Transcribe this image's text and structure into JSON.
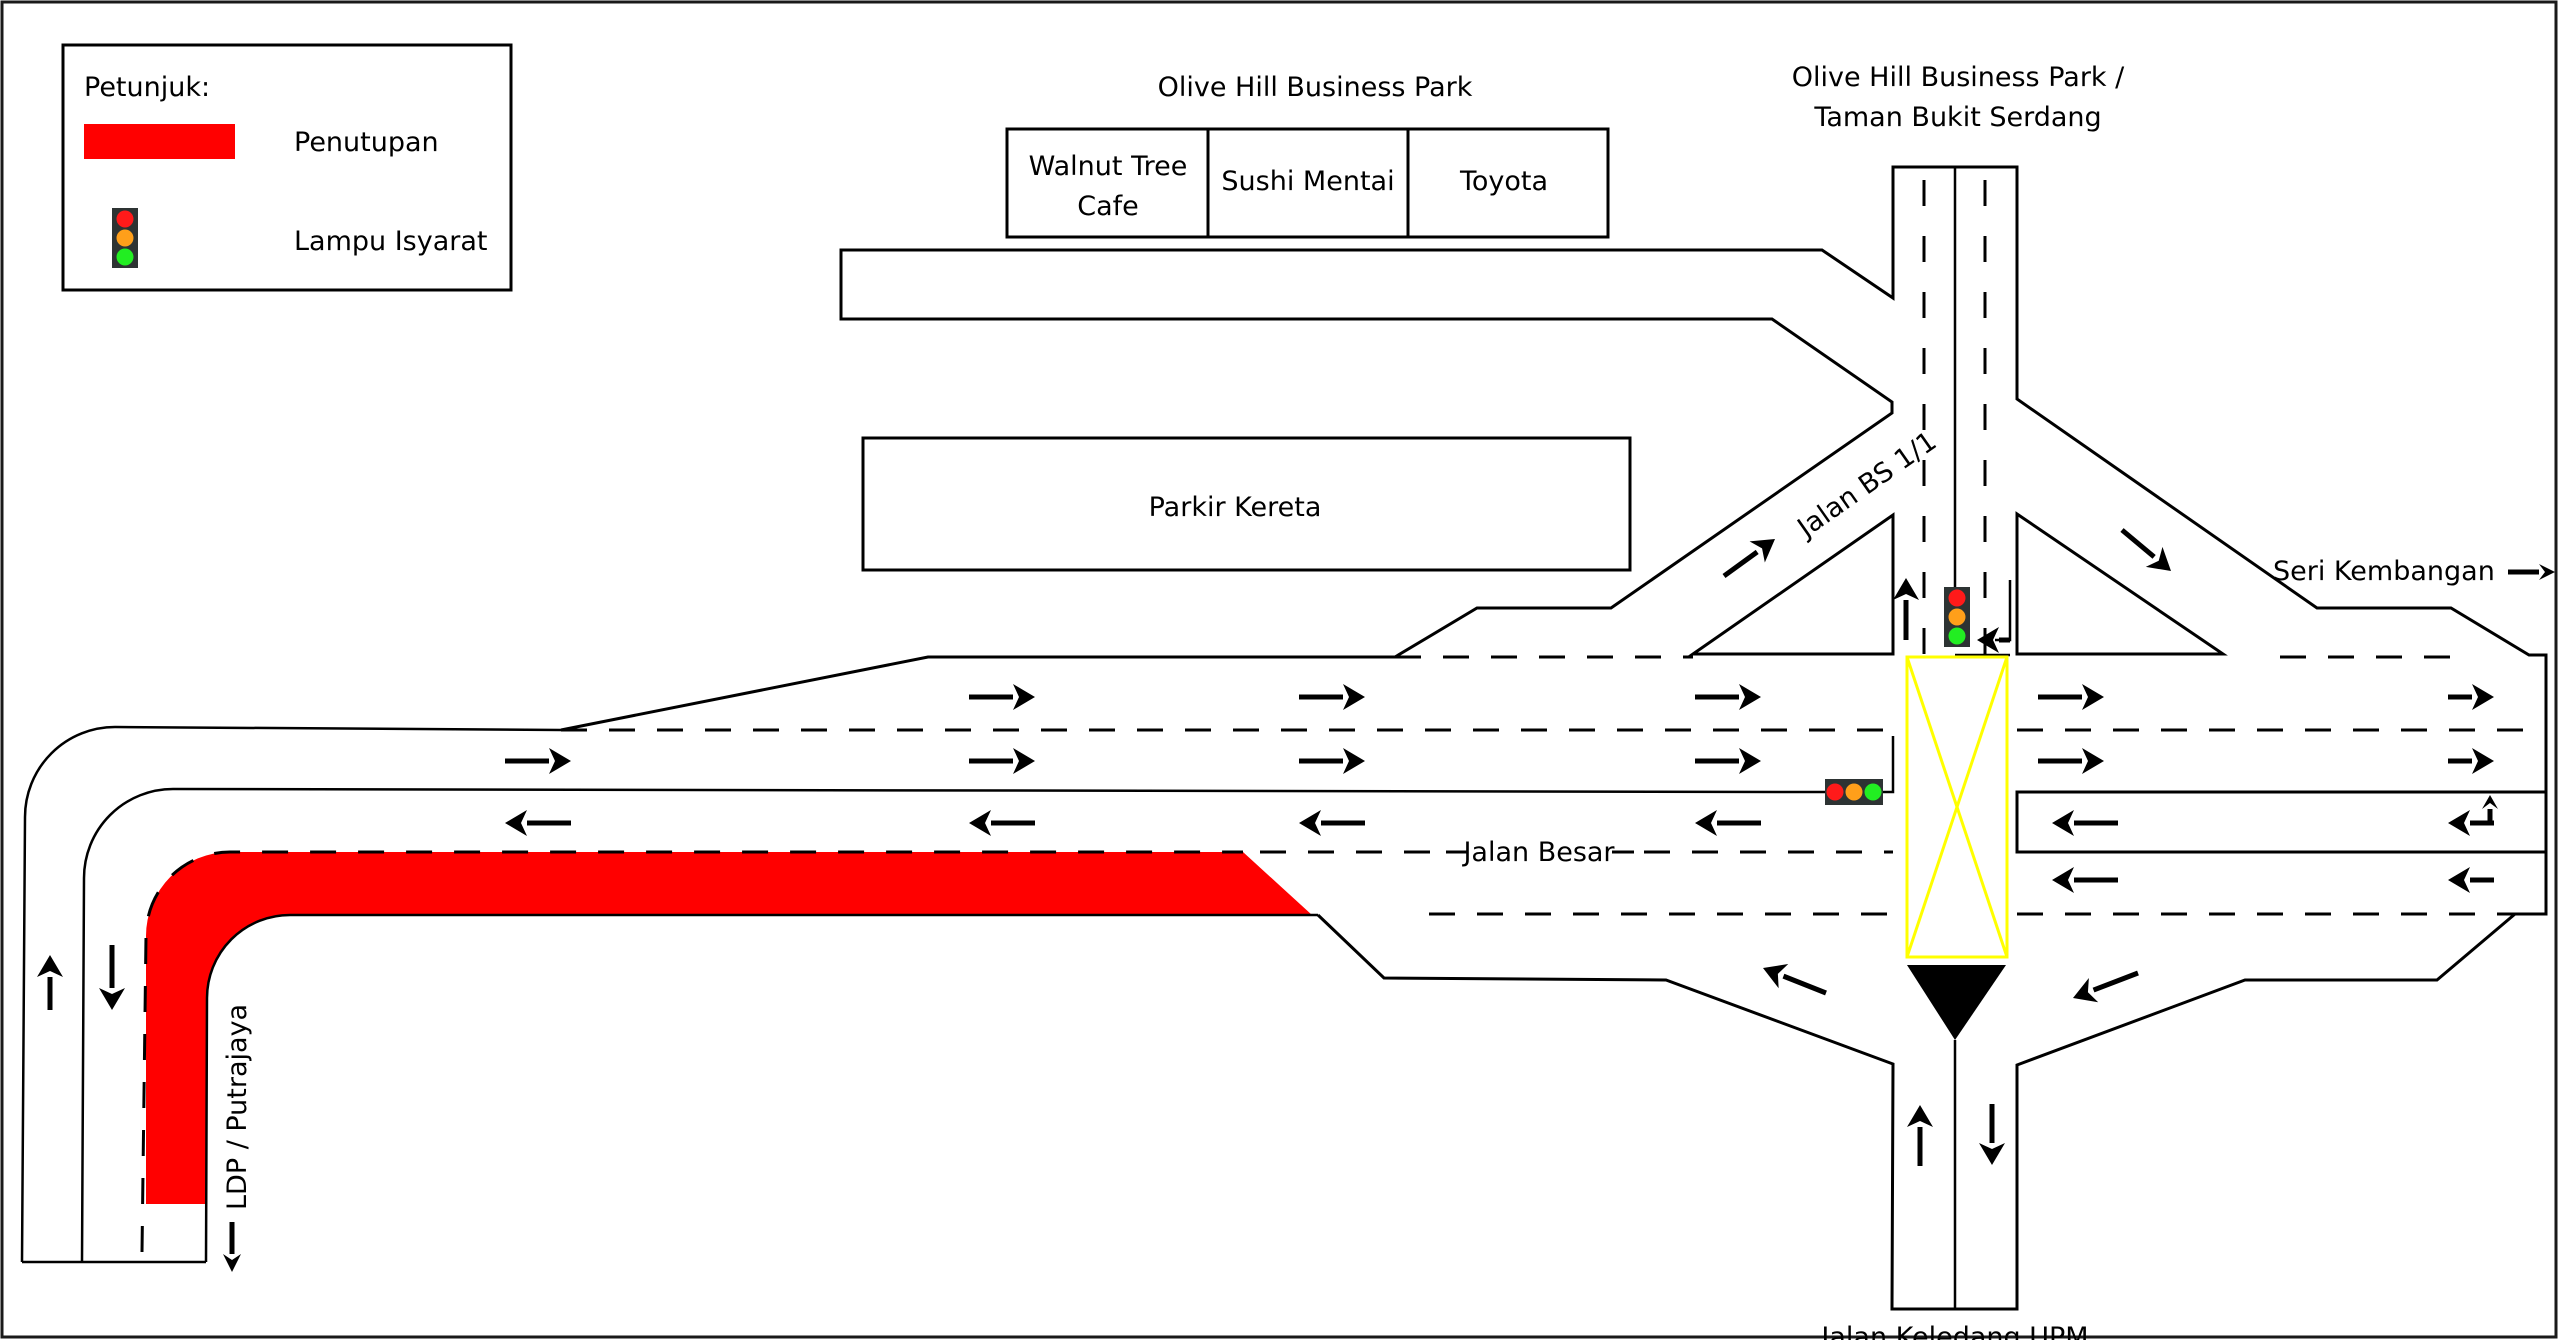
{
  "legend": {
    "title": "Petunjuk:",
    "items": [
      {
        "label": "Penutupan",
        "icon": "closure-swatch",
        "color": "#ff0000"
      },
      {
        "label": "Lampu Isyarat",
        "icon": "traffic-light-icon"
      }
    ]
  },
  "places": {
    "olive_hill_title": "Olive Hill Business Park",
    "shops": [
      "Walnut Tree\nCafe",
      "Sushi Mentai",
      "Toyota"
    ],
    "shop_lines": [
      [
        "Walnut Tree",
        "Cafe"
      ],
      [
        "Sushi Mentai"
      ],
      [
        "Toyota"
      ]
    ],
    "car_park": "Parkir Kereta",
    "north_destination_line1": "Olive Hill Business Park /",
    "north_destination_line2": "Taman Bukit Serdang"
  },
  "roads": {
    "jalan_bs": "Jalan BS 1/1",
    "seri_kembangan": "Seri Kembangan",
    "jalan_besar": "Jalan Besar",
    "ldp_putrajaya": "LDP / Putrajaya",
    "jalan_keledang": "Jalan Keledang UPM"
  },
  "colors": {
    "closure": "#ff0000",
    "crossing": "#ffff00",
    "light_red": "#ff1a1a",
    "light_amber": "#ff9f1a",
    "light_green": "#22ee22",
    "light_body": "#2d3333"
  }
}
